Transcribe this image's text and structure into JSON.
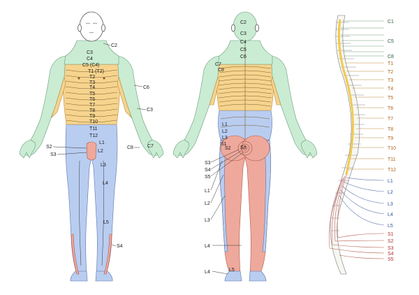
{
  "anterior": {
    "labels": [
      {
        "id": "a-c2",
        "text": "C2"
      },
      {
        "id": "a-c3",
        "text": "C3"
      },
      {
        "id": "a-c4",
        "text": "C4"
      },
      {
        "id": "a-c5c4",
        "text": "C5 (C4)"
      },
      {
        "id": "a-t1t2",
        "text": "T1 (T2)"
      },
      {
        "id": "a-t2",
        "text": "T2"
      },
      {
        "id": "a-t3",
        "text": "T3"
      },
      {
        "id": "a-t4",
        "text": "T4"
      },
      {
        "id": "a-t5",
        "text": "T5"
      },
      {
        "id": "a-t6",
        "text": "T6"
      },
      {
        "id": "a-t7",
        "text": "T7"
      },
      {
        "id": "a-t8",
        "text": "T8"
      },
      {
        "id": "a-t9",
        "text": "T9"
      },
      {
        "id": "a-t10",
        "text": "T10"
      },
      {
        "id": "a-t11",
        "text": "T11"
      },
      {
        "id": "a-t12",
        "text": "T12"
      },
      {
        "id": "a-l1",
        "text": "L1"
      },
      {
        "id": "a-l2",
        "text": "L2"
      },
      {
        "id": "a-l3",
        "text": "L3"
      },
      {
        "id": "a-l4",
        "text": "L4"
      },
      {
        "id": "a-l5",
        "text": "L5"
      },
      {
        "id": "a-s2",
        "text": "S2"
      },
      {
        "id": "a-s3",
        "text": "S3"
      },
      {
        "id": "a-s4",
        "text": "S4"
      },
      {
        "id": "a-c6",
        "text": "C6"
      },
      {
        "id": "a-c3arm",
        "text": "C3"
      },
      {
        "id": "a-c8",
        "text": "C8"
      },
      {
        "id": "a-c7",
        "text": "C7"
      }
    ]
  },
  "posterior": {
    "labels": [
      {
        "id": "p-c2",
        "text": "C2"
      },
      {
        "id": "p-c3",
        "text": "C3"
      },
      {
        "id": "p-c4",
        "text": "C4"
      },
      {
        "id": "p-c5",
        "text": "C5"
      },
      {
        "id": "p-c6",
        "text": "C6"
      },
      {
        "id": "p-c7",
        "text": "C7"
      },
      {
        "id": "p-c8",
        "text": "C8"
      },
      {
        "id": "p-l1",
        "text": "L1"
      },
      {
        "id": "p-l2",
        "text": "L2"
      },
      {
        "id": "p-l3",
        "text": "L3"
      },
      {
        "id": "p-s1",
        "text": "S1"
      },
      {
        "id": "p-s2",
        "text": "S2"
      },
      {
        "id": "p-s3a",
        "text": "S3"
      },
      {
        "id": "p-s3",
        "text": "S3"
      },
      {
        "id": "p-s4",
        "text": "S4"
      },
      {
        "id": "p-s5",
        "text": "S5"
      },
      {
        "id": "p-l1b",
        "text": "L1"
      },
      {
        "id": "p-l2b",
        "text": "L2"
      },
      {
        "id": "p-l3b",
        "text": "L3"
      },
      {
        "id": "p-l4",
        "text": "L4"
      },
      {
        "id": "p-l4b",
        "text": "L4"
      },
      {
        "id": "p-l5",
        "text": "L5"
      }
    ]
  },
  "spine": {
    "labels": [
      {
        "id": "s-c1",
        "text": "C1",
        "group": "cervical"
      },
      {
        "id": "s-c5",
        "text": "C5",
        "group": "cervical"
      },
      {
        "id": "s-c8",
        "text": "C8",
        "group": "cervical"
      },
      {
        "id": "s-t1",
        "text": "T1",
        "group": "thoracic"
      },
      {
        "id": "s-t2",
        "text": "T2",
        "group": "thoracic"
      },
      {
        "id": "s-t3",
        "text": "T3",
        "group": "thoracic"
      },
      {
        "id": "s-t4",
        "text": "T4",
        "group": "thoracic"
      },
      {
        "id": "s-t5",
        "text": "T5",
        "group": "thoracic"
      },
      {
        "id": "s-t6",
        "text": "T6",
        "group": "thoracic"
      },
      {
        "id": "s-t7",
        "text": "T7",
        "group": "thoracic"
      },
      {
        "id": "s-t8",
        "text": "T8",
        "group": "thoracic"
      },
      {
        "id": "s-t9",
        "text": "T9",
        "group": "thoracic"
      },
      {
        "id": "s-t10",
        "text": "T10",
        "group": "thoracic"
      },
      {
        "id": "s-t11",
        "text": "T11",
        "group": "thoracic"
      },
      {
        "id": "s-t12",
        "text": "T12",
        "group": "thoracic"
      },
      {
        "id": "s-l1",
        "text": "L1",
        "group": "lumbar"
      },
      {
        "id": "s-l2",
        "text": "L2",
        "group": "lumbar"
      },
      {
        "id": "s-l3",
        "text": "L3",
        "group": "lumbar"
      },
      {
        "id": "s-l4",
        "text": "L4",
        "group": "lumbar"
      },
      {
        "id": "s-l5",
        "text": "L5",
        "group": "lumbar"
      },
      {
        "id": "s-s1",
        "text": "S1",
        "group": "sacral"
      },
      {
        "id": "s-s2",
        "text": "S2",
        "group": "sacral"
      },
      {
        "id": "s-s3",
        "text": "S3",
        "group": "sacral"
      },
      {
        "id": "s-s4",
        "text": "S4",
        "group": "sacral"
      },
      {
        "id": "s-s5",
        "text": "S5",
        "group": "sacral"
      }
    ]
  },
  "colors": {
    "cervical": "#c9ecd3",
    "thoracic": "#f6d48e",
    "lumbar": "#b9cdf1",
    "sacral": "#eea99c",
    "cord": "#f2c94c"
  }
}
